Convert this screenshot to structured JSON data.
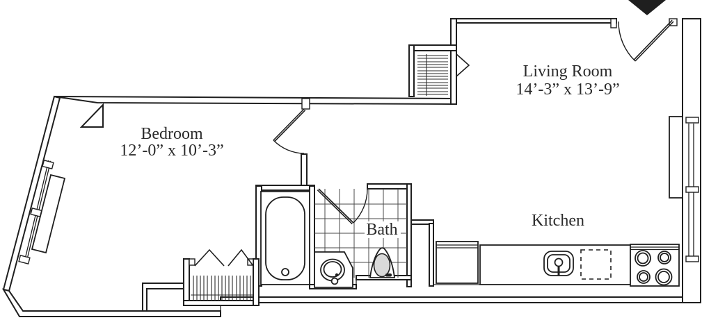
{
  "plan": {
    "type": "apartment-floorplan",
    "rooms": {
      "bedroom": {
        "name": "Bedroom",
        "dims": "12’-0” x 10’-3”"
      },
      "living_room": {
        "name": "Living Room",
        "dims": "14’-3” x 13’-9”"
      },
      "bath": {
        "name": "Bath"
      },
      "kitchen": {
        "name": "Kitchen"
      }
    },
    "markers": {
      "entrance_arrow": "solid black triangle pointing down at entry door"
    },
    "fixtures": [
      "bathtub",
      "vanity-sink",
      "toilet",
      "tile-floor",
      "refrigerator",
      "kitchen-sink",
      "dishwasher",
      "range-burners",
      "bedroom-window",
      "living-room-window",
      "radiator-enclosure",
      "entry-door",
      "bedroom-door",
      "bath-door",
      "bifold-closet",
      "hall-closet"
    ],
    "colors": {
      "line": "#1f1f1f",
      "background": "#ffffff",
      "toilet_fill": "#d9d9d9"
    }
  }
}
